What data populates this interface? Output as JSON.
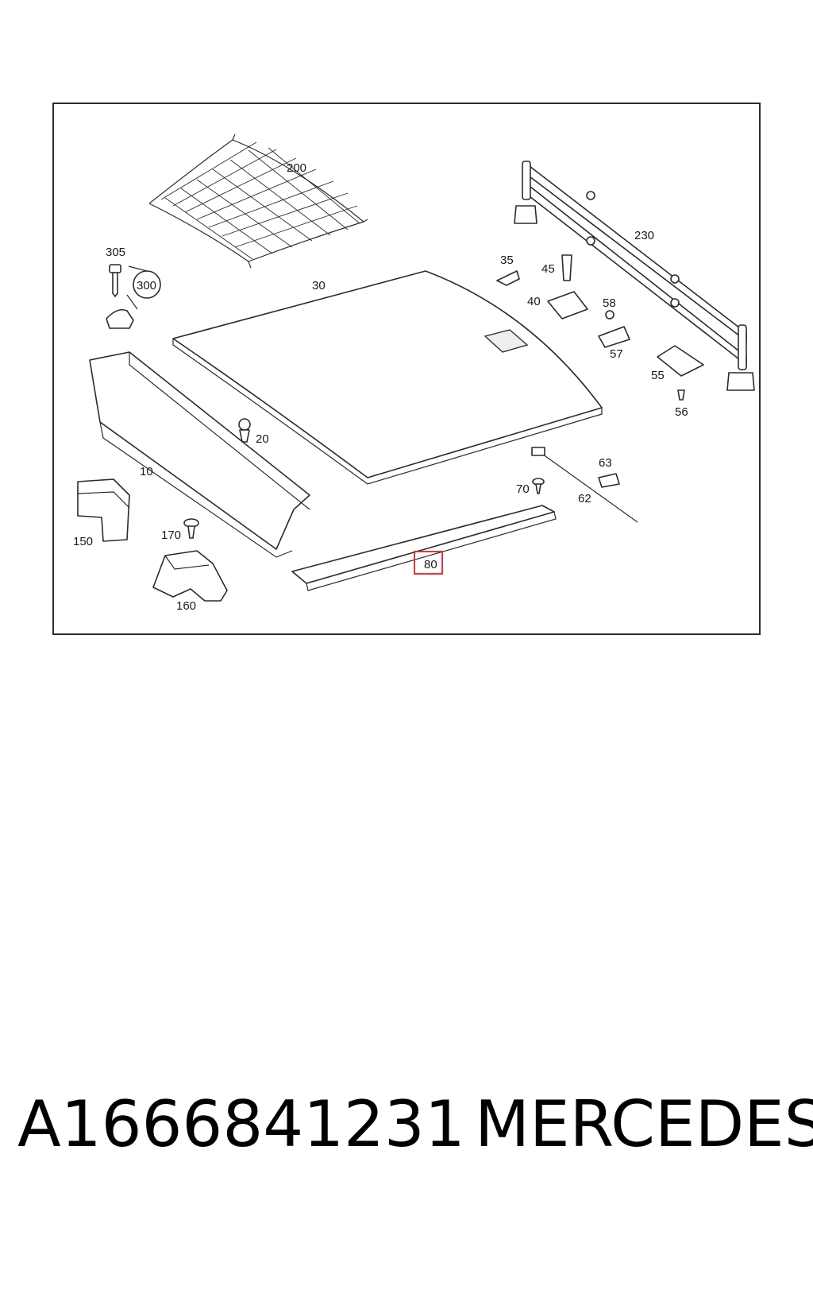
{
  "diagram": {
    "callouts": [
      {
        "id": "200",
        "label": "200"
      },
      {
        "id": "230",
        "label": "230"
      },
      {
        "id": "305",
        "label": "305"
      },
      {
        "id": "300",
        "label": "300"
      },
      {
        "id": "30",
        "label": "30"
      },
      {
        "id": "35",
        "label": "35"
      },
      {
        "id": "45",
        "label": "45"
      },
      {
        "id": "40",
        "label": "40"
      },
      {
        "id": "58",
        "label": "58"
      },
      {
        "id": "57",
        "label": "57"
      },
      {
        "id": "55",
        "label": "55"
      },
      {
        "id": "56",
        "label": "56"
      },
      {
        "id": "20",
        "label": "20"
      },
      {
        "id": "10",
        "label": "10"
      },
      {
        "id": "63",
        "label": "63"
      },
      {
        "id": "62",
        "label": "62"
      },
      {
        "id": "70",
        "label": "70"
      },
      {
        "id": "150",
        "label": "150"
      },
      {
        "id": "170",
        "label": "170"
      },
      {
        "id": "160",
        "label": "160"
      },
      {
        "id": "80",
        "label": "80"
      }
    ],
    "highlighted_callout": "80",
    "highlight_color": "#e02020"
  },
  "caption": {
    "part_number": "A1666841231",
    "brand": "MERCEDES"
  }
}
